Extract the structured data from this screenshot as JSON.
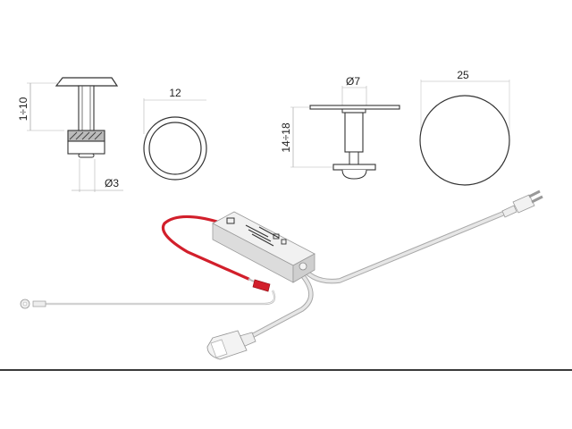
{
  "figure": {
    "type": "technical-drawing",
    "colors": {
      "line": "#333333",
      "dimension": "#9a9a9a",
      "cable": "#d8d8d8",
      "cable_outline": "#a8a8a8",
      "red_wire": "#d21f2b",
      "driver_body": "#e4e4e4",
      "bottom_rule": "#3a3a3a"
    }
  },
  "views": {
    "small_spot_side": {
      "height_label": "1÷10",
      "diameter_label": "Ø3"
    },
    "small_spot_top": {
      "diameter_label": "12"
    },
    "large_spot_side": {
      "diameter_label": "Ø7",
      "height_label": "14÷18"
    },
    "large_spot_top": {
      "diameter_label": "25"
    }
  },
  "components": {
    "driver": {
      "label": "LED driver / transformer"
    },
    "red_lead": {
      "label": "red output lead with connector"
    },
    "sensor_lead": {
      "label": "lead with ring terminal"
    },
    "mains_cable": {
      "label": "mains cable with euro plug"
    },
    "extension": {
      "label": "cable with female socket"
    }
  }
}
